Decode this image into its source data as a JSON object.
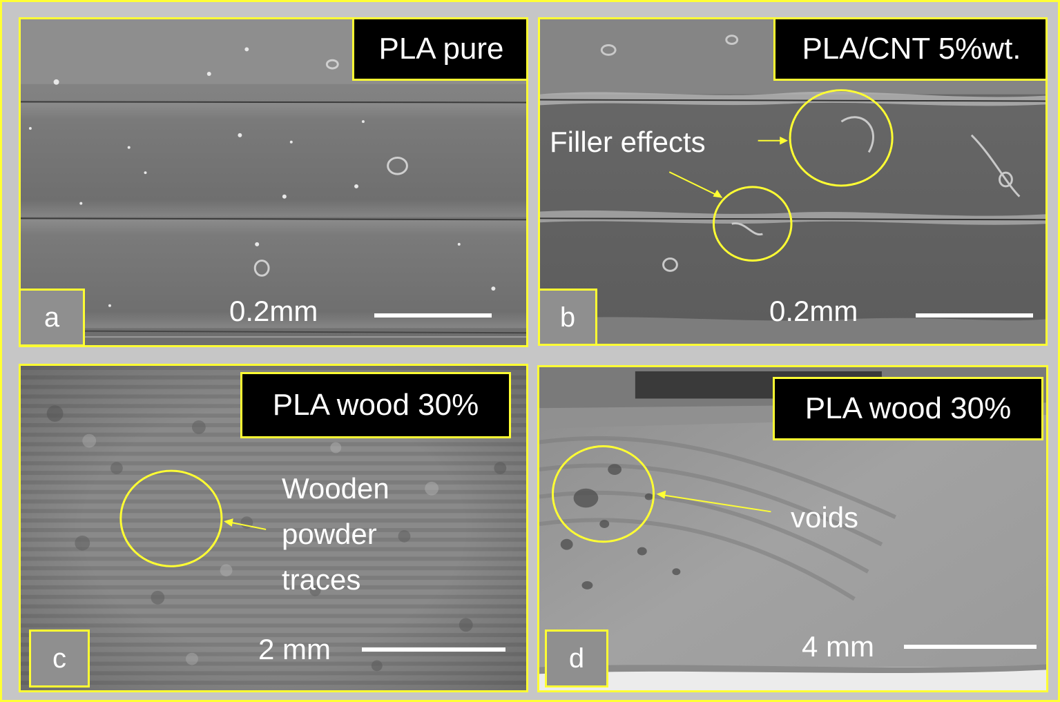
{
  "colors": {
    "frame": "#ffff33",
    "label_bg": "#000000",
    "letter_bg": "#8f8f8f",
    "text": "#ffffff"
  },
  "panels": [
    {
      "letter": "a",
      "title": "PLA pure",
      "scale": "0.2mm"
    },
    {
      "letter": "b",
      "title": "PLA/CNT 5%wt.",
      "scale": "0.2mm",
      "annotation": "Filler effects"
    },
    {
      "letter": "c",
      "title": "PLA wood 30%",
      "scale": "2 mm",
      "annotation_lines": [
        "Wooden",
        "powder",
        "traces"
      ]
    },
    {
      "letter": "d",
      "title": "PLA wood 30%",
      "scale": "4 mm",
      "annotation": "voids"
    }
  ]
}
